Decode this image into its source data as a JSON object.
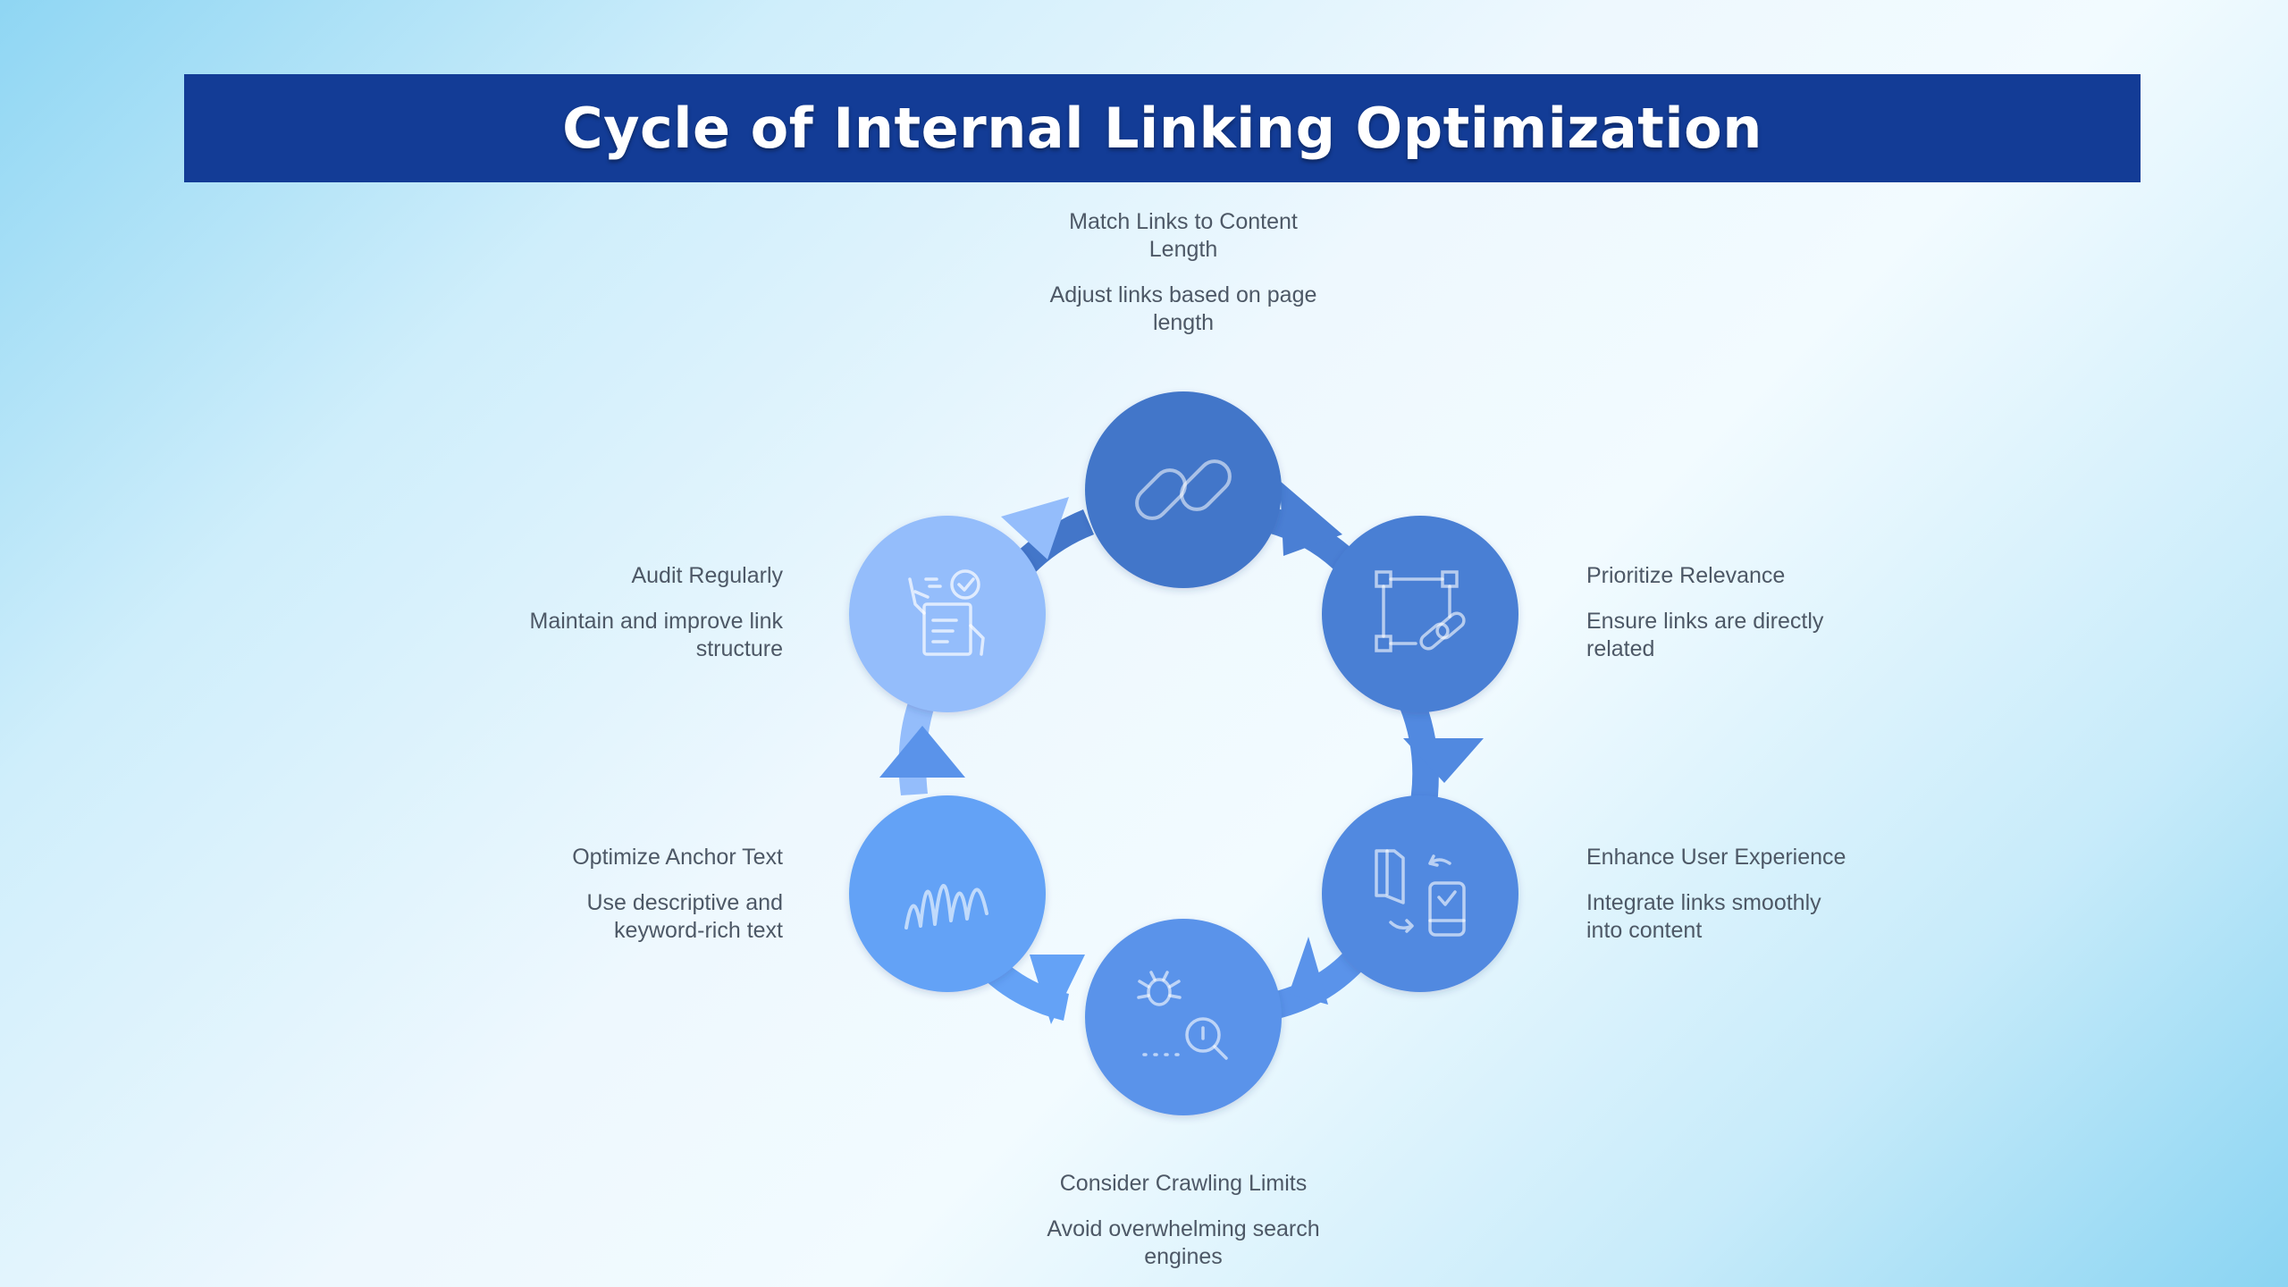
{
  "title": "Cycle of Internal Linking Optimization",
  "colors": {
    "title_bg": "#133c96",
    "title_text": "#ffffff",
    "label_text": "#4d5866",
    "node_1": "#4376c9",
    "node_2": "#4a7fd4",
    "node_3": "#5189e0",
    "node_4": "#5a93ea",
    "node_5": "#64a2f6",
    "node_6": "#94bdfb"
  },
  "steps": [
    {
      "id": "match-links",
      "heading": "Match Links to Content Length",
      "description": "Adjust links based on page length",
      "icon": "chain-link-icon"
    },
    {
      "id": "prioritize-relevance",
      "heading": "Prioritize Relevance",
      "description": "Ensure links are directly related",
      "icon": "frame-link-icon"
    },
    {
      "id": "enhance-ux",
      "heading": "Enhance User Experience",
      "description": "Integrate links smoothly into content",
      "icon": "devices-sync-icon"
    },
    {
      "id": "crawling-limits",
      "heading": "Consider Crawling Limits",
      "description": "Avoid overwhelming search engines",
      "icon": "bug-search-icon"
    },
    {
      "id": "anchor-text",
      "heading": "Optimize Anchor Text",
      "description": "Use descriptive and keyword-rich text",
      "icon": "wave-text-icon"
    },
    {
      "id": "audit",
      "heading": "Audit Regularly",
      "description": "Maintain and improve link structure",
      "icon": "clipboard-check-icon"
    }
  ]
}
